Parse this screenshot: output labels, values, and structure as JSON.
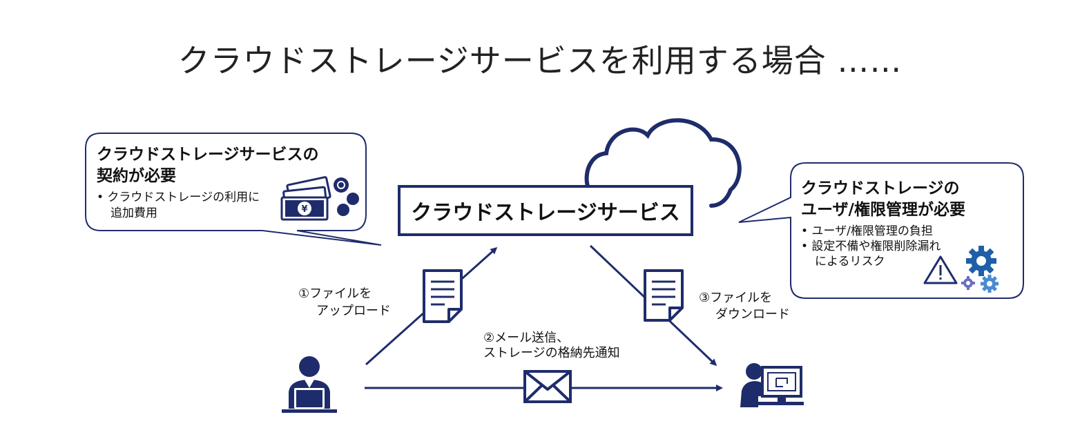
{
  "title": "クラウドストレージサービスを利用する場合 ……",
  "service": {
    "label": "クラウドストレージサービス"
  },
  "left_bubble": {
    "title_line1": "クラウドストレージサービスの",
    "title_line2": "契約が必要",
    "bullet_line1": "•  クラウドストレージの利用に",
    "bullet_line2": "追加費用"
  },
  "right_bubble": {
    "title_line1": "クラウドストレージの",
    "title_line2": "ユーザ/権限管理が必要",
    "bullet1": "•  ユーザ/権限管理の負担",
    "bullet2_line1": "•  設定不備や権限削除漏れ",
    "bullet2_line2": "によるリスク"
  },
  "steps": {
    "upload_line1": "①ファイルを",
    "upload_line2": "アップロード",
    "mail_line1": "②メール送信、",
    "mail_line2": "ストレージの格納先通知",
    "download_line1": "③ファイルを",
    "download_line2": "ダウンロード"
  },
  "colors": {
    "navy": "#1f2c6b",
    "blue": "#1d5fa8",
    "purple": "#6a6fbf"
  },
  "icons": [
    "cloud-icon",
    "money-icon",
    "coin-icon",
    "document-icon",
    "envelope-icon",
    "user-laptop-icon",
    "user-desktop-icon",
    "warning-icon",
    "gear-icon"
  ]
}
